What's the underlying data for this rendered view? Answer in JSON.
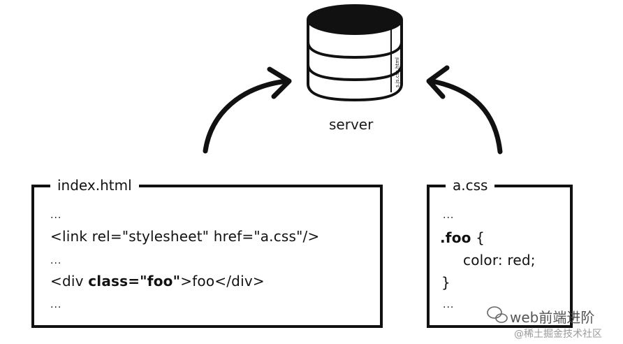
{
  "server": {
    "label": "server",
    "disk_text": "s.js.css.html"
  },
  "html_file": {
    "title": "index.html",
    "lines": [
      "...",
      "<link rel=\"stylesheet\" href=\"a.css\"/>",
      "...",
      {
        "pre": "<div ",
        "bold": "class=\"foo\"",
        "post": ">foo</div>"
      },
      "..."
    ]
  },
  "css_file": {
    "title": "a.css",
    "lines": [
      "...",
      {
        "bold": ".foo",
        "post": " {"
      },
      "color: red;",
      "}",
      "..."
    ]
  },
  "watermark": {
    "channel": "web前端进阶",
    "site": "@稀土掘金技术社区"
  }
}
